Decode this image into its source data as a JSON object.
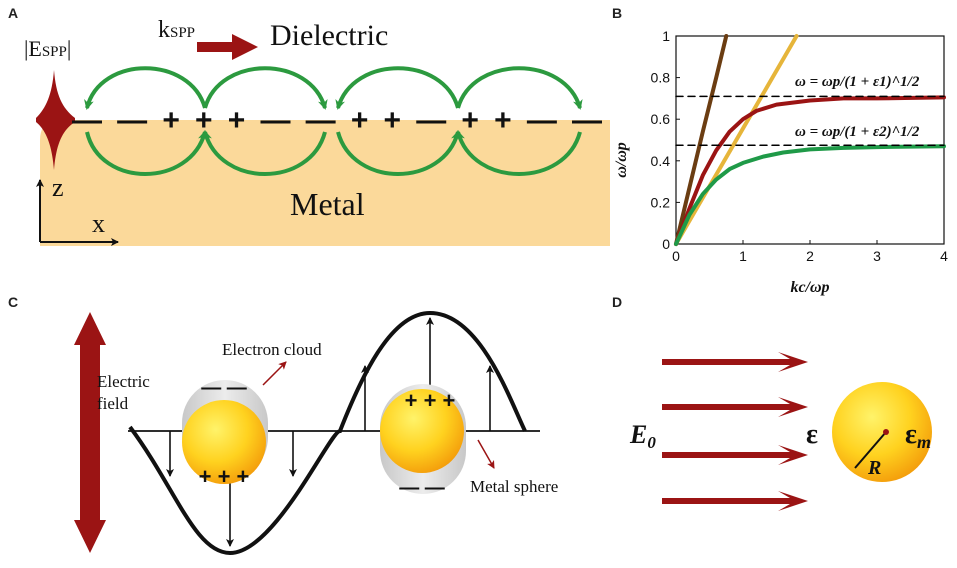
{
  "panels": {
    "a": {
      "letter": "A",
      "field_label": "|E",
      "field_sub": "SPP",
      "k_label": "k",
      "k_sub": "SPP",
      "dielectric": "Dielectric",
      "metal": "Metal",
      "axis_z": "z",
      "axis_x": "x",
      "charges": "— — + + + — — + + — + + — —"
    },
    "b": {
      "letter": "B",
      "eq1": "ω = ωp/(1 + ε1)^1/2",
      "eq2": "ω = ωp/(1 + ε2)^1/2",
      "ylabel": "ω/ωp",
      "xlabel": "kc/ωp",
      "yticks": [
        "0",
        "0.2",
        "0.4",
        "0.6",
        "0.8",
        "1"
      ],
      "xticks": [
        "0",
        "1",
        "2",
        "3",
        "4"
      ]
    },
    "c": {
      "letter": "C",
      "electron_cloud": "Electron cloud",
      "electric": "Electric",
      "field": "field",
      "metal_sphere": "Metal sphere",
      "plus": "+ + +",
      "minus": "— —"
    },
    "d": {
      "letter": "D",
      "e0": "E",
      "e0_sub": "0",
      "eps": "ε",
      "eps_m": "ε",
      "eps_m_sub": "m",
      "radius": "R"
    }
  },
  "chart_data": {
    "type": "line",
    "xlabel": "kc/ωp",
    "ylabel": "ω/ωp",
    "xlim": [
      0,
      4
    ],
    "ylim": [
      0,
      1
    ],
    "xticks": [
      0,
      1,
      2,
      3,
      4
    ],
    "yticks": [
      0,
      0.2,
      0.4,
      0.6,
      0.8,
      1
    ],
    "series": [
      {
        "color": "#6b3d12",
        "x": [
          0,
          0.2,
          0.4,
          0.6,
          0.75
        ],
        "y": [
          0,
          0.27,
          0.54,
          0.8,
          1.0
        ]
      },
      {
        "color": "#e6b53a",
        "x": [
          0,
          0.45,
          0.9,
          1.35,
          1.8
        ],
        "y": [
          0,
          0.25,
          0.5,
          0.75,
          1.0
        ]
      },
      {
        "color": "#9b1414",
        "x": [
          0,
          0.2,
          0.4,
          0.6,
          0.8,
          1.0,
          1.2,
          1.5,
          2.0,
          2.5,
          3.0,
          4.0
        ],
        "y": [
          0,
          0.17,
          0.33,
          0.45,
          0.54,
          0.6,
          0.64,
          0.67,
          0.69,
          0.7,
          0.7,
          0.705
        ]
      },
      {
        "color": "#1f9a48",
        "x": [
          0,
          0.2,
          0.4,
          0.6,
          0.8,
          1.0,
          1.3,
          1.6,
          2.0,
          2.5,
          3.0,
          4.0
        ],
        "y": [
          0,
          0.14,
          0.24,
          0.31,
          0.36,
          0.39,
          0.42,
          0.44,
          0.455,
          0.462,
          0.466,
          0.47
        ]
      },
      {
        "color": "#000000",
        "style": "dashed",
        "x": [
          0,
          4
        ],
        "y": [
          0.71,
          0.71
        ]
      },
      {
        "color": "#000000",
        "style": "dashed",
        "x": [
          0,
          4
        ],
        "y": [
          0.475,
          0.475
        ]
      }
    ]
  },
  "colors": {
    "metal": "#fbd99a",
    "arc": "#2c9a3f",
    "arrow_red": "#9b1414",
    "sphere_center": "#ffe23a",
    "sphere_edge": "#f5a20a"
  }
}
